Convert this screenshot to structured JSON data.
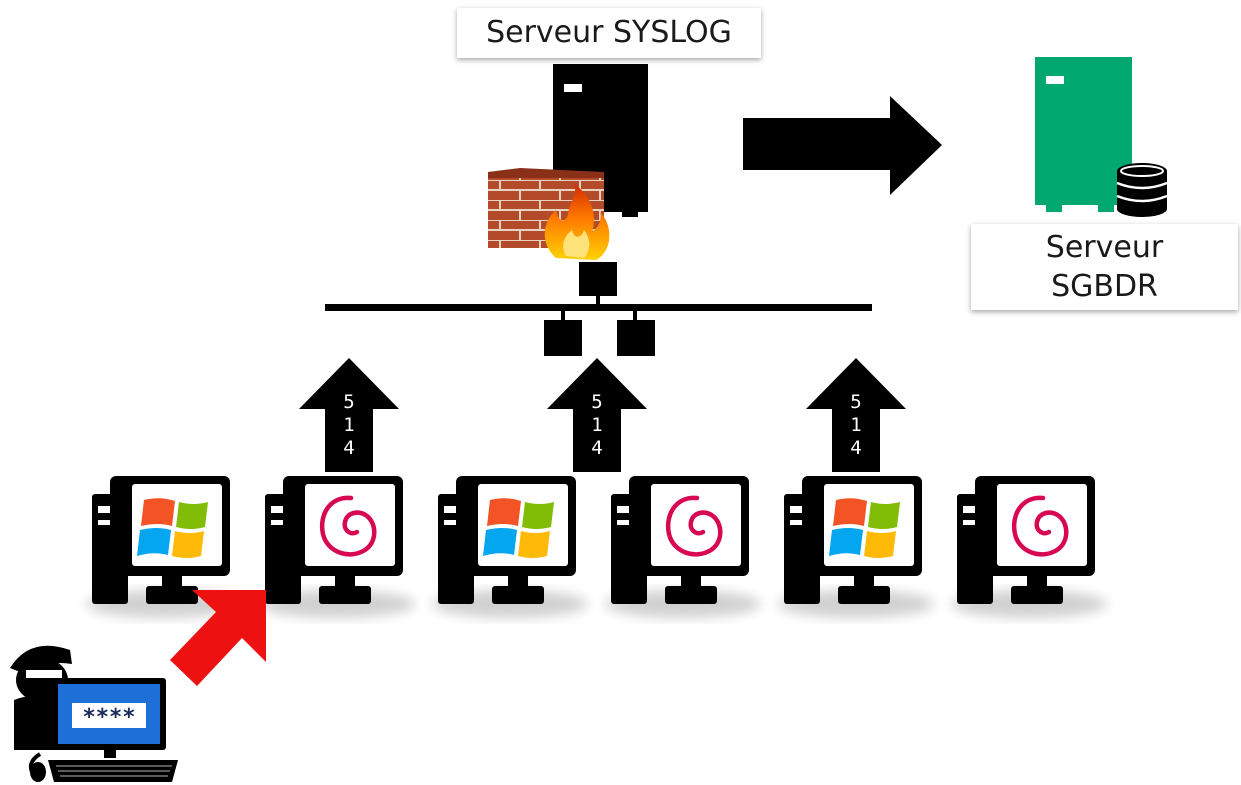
{
  "syslog_server": {
    "label": "Serveur SYSLOG"
  },
  "sgbdr_server": {
    "line1": "Serveur",
    "line2": "SGBDR",
    "color": "#00a870"
  },
  "ports": [
    {
      "digits": [
        "5",
        "1",
        "4"
      ]
    },
    {
      "digits": [
        "5",
        "1",
        "4"
      ]
    },
    {
      "digits": [
        "5",
        "1",
        "4"
      ]
    }
  ],
  "workstations": [
    {
      "os": "windows"
    },
    {
      "os": "debian"
    },
    {
      "os": "windows"
    },
    {
      "os": "debian"
    },
    {
      "os": "windows"
    },
    {
      "os": "debian"
    }
  ],
  "attacker": {
    "password_mask": "****"
  },
  "colors": {
    "attack_arrow": "#ee1111",
    "flow_arrow": "#000000",
    "debian": "#d70751"
  }
}
